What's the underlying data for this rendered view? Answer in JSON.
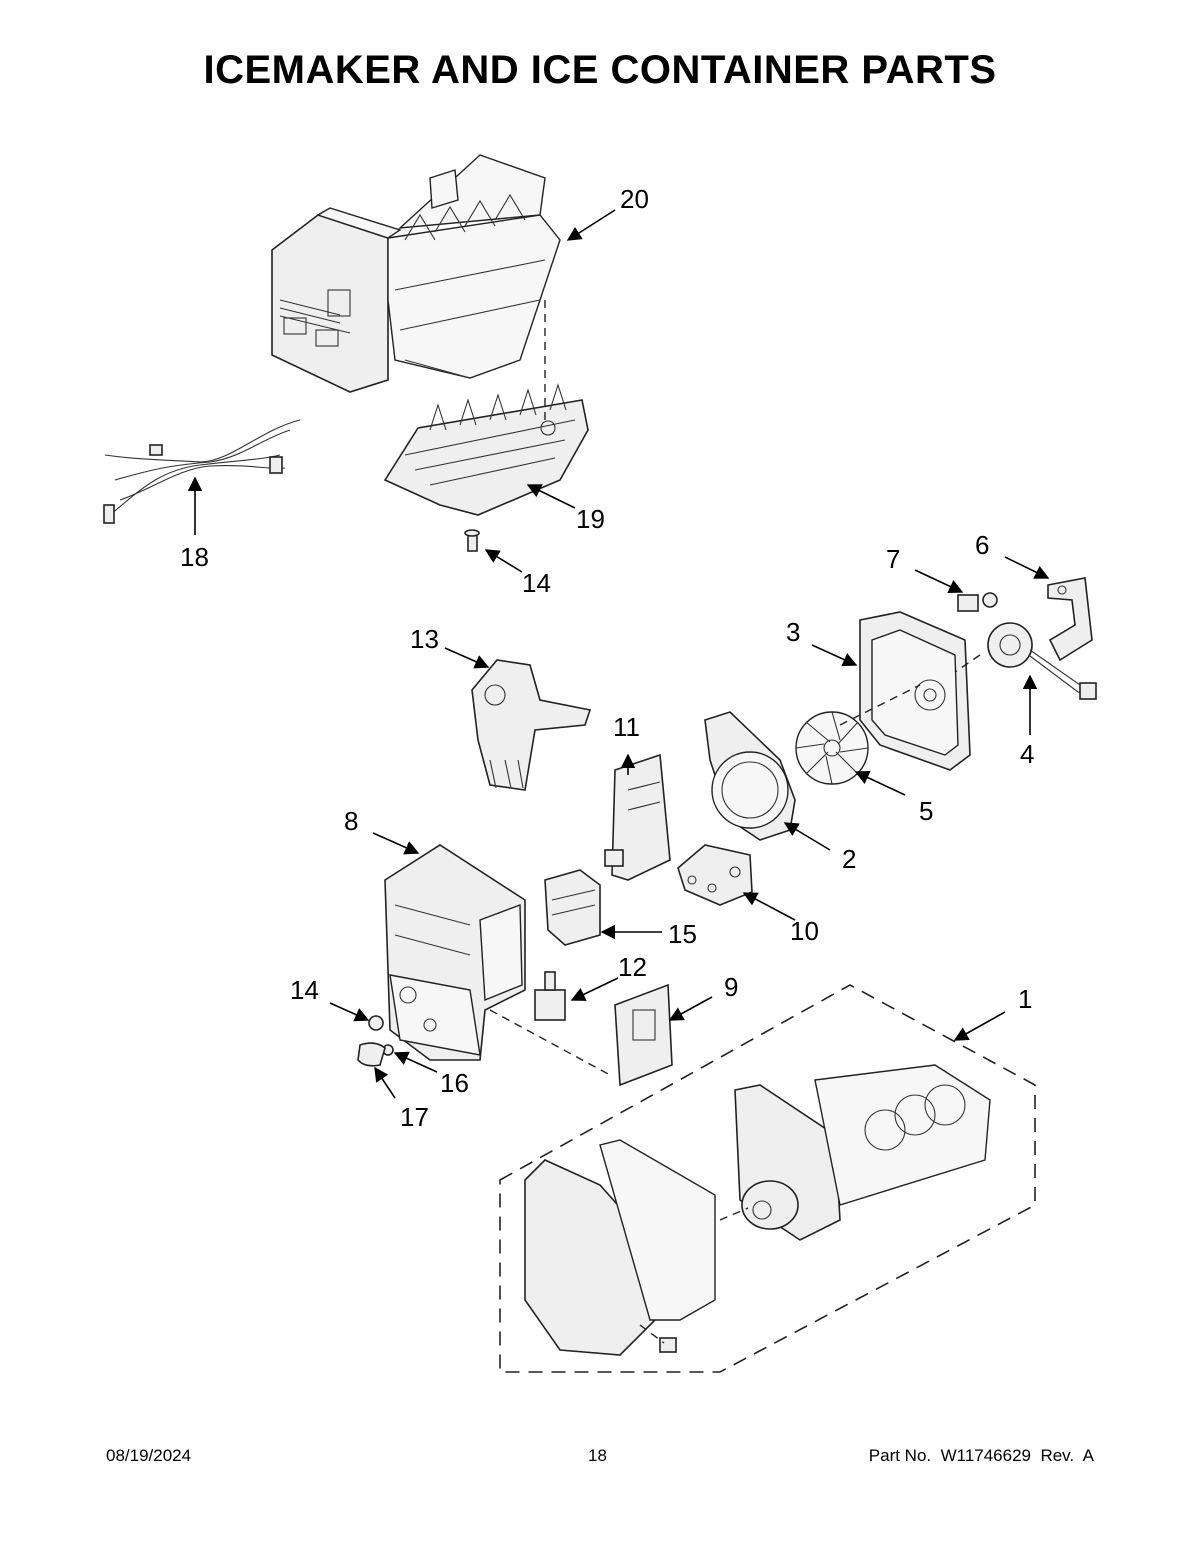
{
  "title": "ICEMAKER AND ICE CONTAINER PARTS",
  "footer": {
    "date": "08/19/2024",
    "page": "18",
    "part_no": "Part No.  W11746629  Rev.  A"
  },
  "callouts": [
    "20",
    "18",
    "19",
    "14",
    "13",
    "7",
    "6",
    "3",
    "4",
    "11",
    "5",
    "8",
    "2",
    "10",
    "15",
    "12",
    "9",
    "1",
    "14",
    "16",
    "17"
  ]
}
